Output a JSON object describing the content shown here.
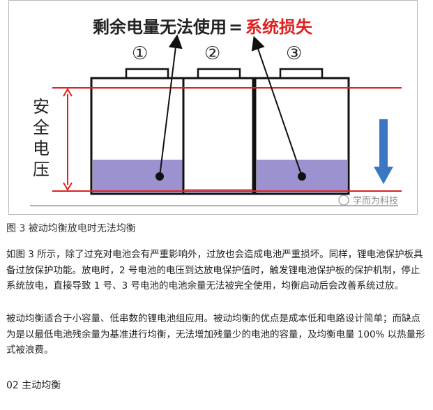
{
  "figure": {
    "title_left": "剩余电量无法使用",
    "title_equals": "=",
    "title_right": "系统损失",
    "battery_labels": [
      "①",
      "②",
      "③"
    ],
    "voltage_label": [
      "安",
      "全",
      "电",
      "压"
    ],
    "watermark": "学而为科技",
    "colors": {
      "red_line": "#e02020",
      "title_red": "#e02020",
      "charge_fill": "#9b92cf",
      "arrow_blue": "#3c77c4",
      "outline": "#111111"
    }
  },
  "caption": "图 3 被动均衡放电时无法均衡",
  "paragraphs": [
    "如图 3 所示，除了过充对电池会有严重影响外，过放也会造成电池严重损坏。同样，锂电池保护板具备过放保护功能。放电时，2 号电池的电压到达放电保护值时，触发锂电池保护板的保护机制，停止系统放电，直接导致 1 号、3 号电池的电池余量无法被完全使用，均衡启动后会改善系统过放。",
    "被动均衡适合于小容量、低串数的锂电池组应用。被动均衡的优点是成本低和电路设计简单；而缺点为是以最低电池残余量为基准进行均衡，无法增加残量少的电池的容量，及均衡电量 100% 以热量形式被浪费。"
  ],
  "section_heading": "02 主动均衡"
}
